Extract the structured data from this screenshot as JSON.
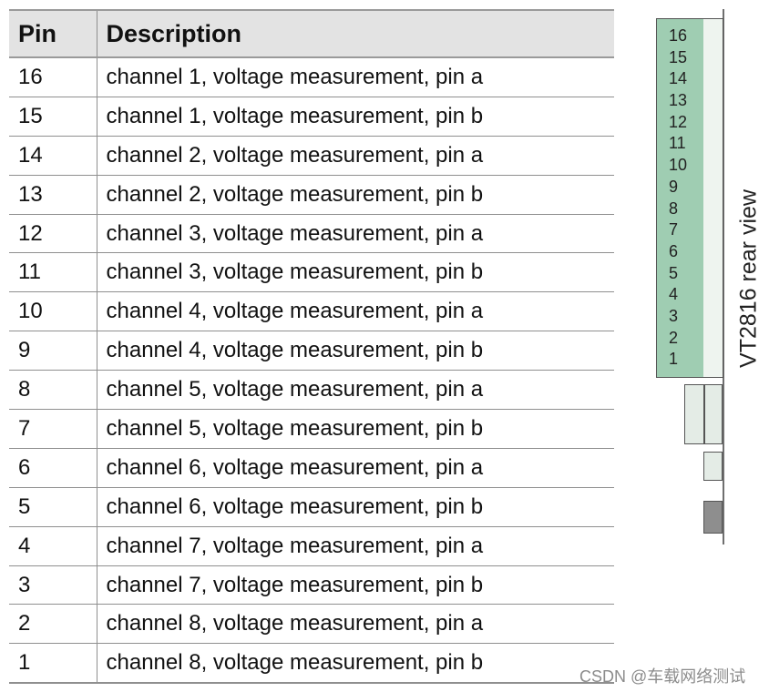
{
  "table": {
    "headers": [
      "Pin",
      "Description"
    ],
    "rows": [
      {
        "pin": "16",
        "description": "channel 1, voltage measurement, pin a"
      },
      {
        "pin": "15",
        "description": "channel 1, voltage measurement, pin b"
      },
      {
        "pin": "14",
        "description": "channel 2, voltage measurement, pin a"
      },
      {
        "pin": "13",
        "description": "channel 2, voltage measurement, pin b"
      },
      {
        "pin": "12",
        "description": "channel 3, voltage measurement, pin a"
      },
      {
        "pin": "11",
        "description": "channel 3, voltage measurement, pin b"
      },
      {
        "pin": "10",
        "description": "channel 4, voltage measurement, pin a"
      },
      {
        "pin": "9",
        "description": "channel 4, voltage measurement, pin b"
      },
      {
        "pin": "8",
        "description": "channel 5, voltage measurement, pin a"
      },
      {
        "pin": "7",
        "description": "channel 5, voltage measurement, pin b"
      },
      {
        "pin": "6",
        "description": "channel 6, voltage measurement, pin a"
      },
      {
        "pin": "5",
        "description": "channel 6, voltage measurement, pin b"
      },
      {
        "pin": "4",
        "description": "channel 7, voltage measurement, pin a"
      },
      {
        "pin": "3",
        "description": "channel 7, voltage measurement, pin b"
      },
      {
        "pin": "2",
        "description": "channel 8, voltage measurement, pin a"
      },
      {
        "pin": "1",
        "description": "channel 8, voltage measurement, pin b"
      }
    ]
  },
  "diagram": {
    "pin_numbers": [
      "16",
      "15",
      "14",
      "13",
      "12",
      "11",
      "10",
      "9",
      "8",
      "7",
      "6",
      "5",
      "4",
      "3",
      "2",
      "1"
    ],
    "label": "VT2816 rear view",
    "colors": {
      "connector": "#9fcdb2",
      "dark_block": "#8e8e8e"
    }
  },
  "watermark": "CSDN @车载网络测试"
}
